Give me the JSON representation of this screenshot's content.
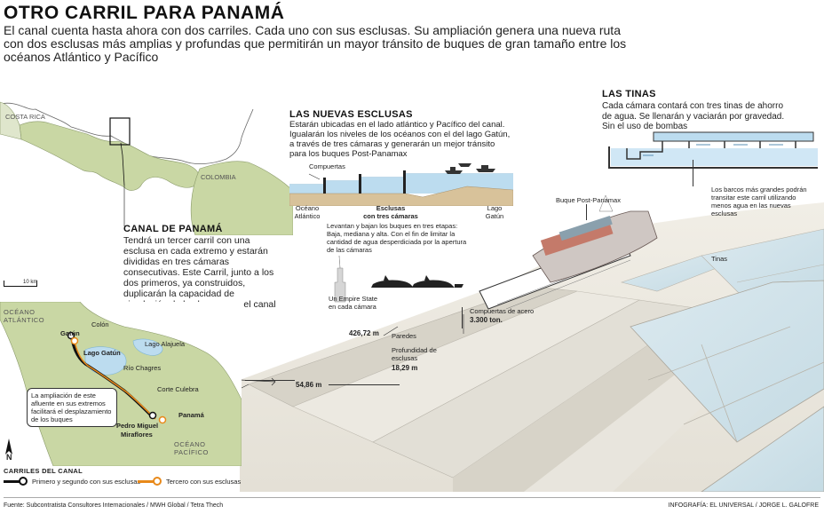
{
  "header": {
    "title": "OTRO CARRIL PARA PANAMÁ",
    "intro": "El canal cuenta hasta ahora con dos carriles. Cada uno con sus esclusas. Su ampliación genera una nueva ruta con dos esclusas más amplias y profundas que permitirán un mayor tránsito de buques de gran tamaño entre los océanos Atlántico y Pacífico"
  },
  "map_top": {
    "costa_rica": "COSTA RICA",
    "colombia": "COLOMBIA",
    "scale": "10 km"
  },
  "canal_panama": {
    "title": "CANAL DE PANAMÁ",
    "text": "Tendrá un tercer carril con una esclusa en cada extremo y estarán divididas en tres cámaras consecutivas. Este Carril, junto a los dos primeros, ya construidos, duplicarán la capacidad de circulación de los buques en el canal"
  },
  "esclusas": {
    "title": "LAS NUEVAS ESCLUSAS",
    "text": "Estarán ubicadas en el lado atlántico y Pacífico del canal. Igualarán los niveles de los océanos con el del lago Gatún, a través de tres cámaras y generarán un mejor tránsito para los buques Post-Panamax",
    "compuertas": "Compuertas",
    "oceano_atlantico": "Océano Atlántico",
    "esclusas_label": "Esclusas",
    "esclusas_sub": "con tres cámaras",
    "lago_gatun": "Lago Gatún",
    "niveles": "Levantan y bajan los buques en tres etapas: Baja, mediana y alta. Con el fin de limitar la cantidad de agua desperdiciada por la apertura de las cámaras",
    "empire": "Un Empire State en cada cámara"
  },
  "tinas": {
    "title": "LAS TINAS",
    "text": "Cada cámara contará con tres tinas de ahorro de agua. Se llenarán y vaciarán por gravedad. Sin el uso de bombas"
  },
  "illustration": {
    "buque": "Buque Post-Panamax",
    "barcos": "Los barcos más grandes podrán transitar este carril utilizando menos agua en las nuevas esclusas",
    "tinas_label": "Tinas",
    "compuertas_acero": "Compuertas de acero",
    "compuertas_peso": "3.300 ton.",
    "largo": "426,72 m",
    "paredes": "Paredes",
    "profundidad_label": "Profundidad de esclusas",
    "profundidad_value": "18,29 m",
    "ancho": "54,86 m"
  },
  "map_bottom": {
    "oceano_atlantico": "OCÉANO ATLÁNTICO",
    "oceano_pacifico": "OCÉANO PACÍFICO",
    "places": {
      "gatun": "Gatún",
      "colon": "Colón",
      "lago_alajuela": "Lago Alajuela",
      "lago_gatun": "Lago Gatún",
      "rio_chagres": "Río Chagres",
      "corte_culebra": "Corte Culebra",
      "panama": "Panamá",
      "pedro_miguel": "Pedro Miguel",
      "miraflores": "Miraflores"
    },
    "callout": "La ampliación de este afluente en sus extremos facilitará el desplazamiento de los buques",
    "north": "N"
  },
  "legend": {
    "title": "CARRILES DEL CANAL",
    "item1": "Primero y segundo con sus esclusas",
    "item2": "Tercero con sus esclusas",
    "color1": "#111111",
    "color2": "#e8891a"
  },
  "footer": {
    "source": "Fuente: Subcontratista Consultores Internacionales / MWH Global / Tetra Thech",
    "credit": "INFOGRAFÍA: EL UNIVERSAL / JORGE L. GALOFRE"
  }
}
